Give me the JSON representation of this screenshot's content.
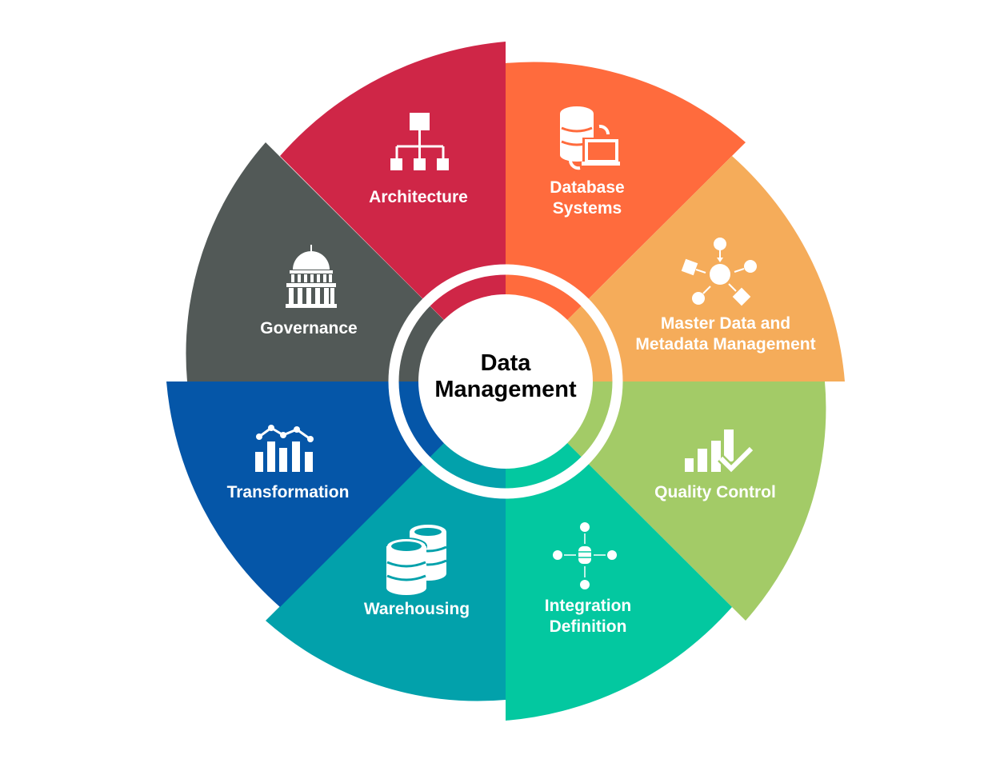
{
  "center": {
    "line1": "Data",
    "line2": "Management"
  },
  "segments": [
    {
      "id": "architecture",
      "label": "Architecture",
      "icon": "hierarchy-icon",
      "color": "#CF2647"
    },
    {
      "id": "database-systems",
      "label_line1": "Database",
      "label_line2": "Systems",
      "icon": "database-laptop-icon",
      "color": "#FF6B3D"
    },
    {
      "id": "master-data",
      "label_line1": "Master Data and",
      "label_line2": "Metadata Management",
      "icon": "hub-network-icon",
      "color": "#F5AC5A"
    },
    {
      "id": "quality-control",
      "label": "Quality Control",
      "icon": "bar-chart-check-icon",
      "color": "#A3CB67"
    },
    {
      "id": "integration-definition",
      "label_line1": "Integration",
      "label_line2": "Definition",
      "icon": "database-integration-icon",
      "color": "#03C8A0"
    },
    {
      "id": "warehousing",
      "label": "Warehousing",
      "icon": "stacked-databases-icon",
      "color": "#02A1AB"
    },
    {
      "id": "transformation",
      "label": "Transformation",
      "icon": "bar-line-chart-icon",
      "color": "#0556A8"
    },
    {
      "id": "governance",
      "label": "Governance",
      "icon": "capitol-building-icon",
      "color": "#525957"
    }
  ]
}
